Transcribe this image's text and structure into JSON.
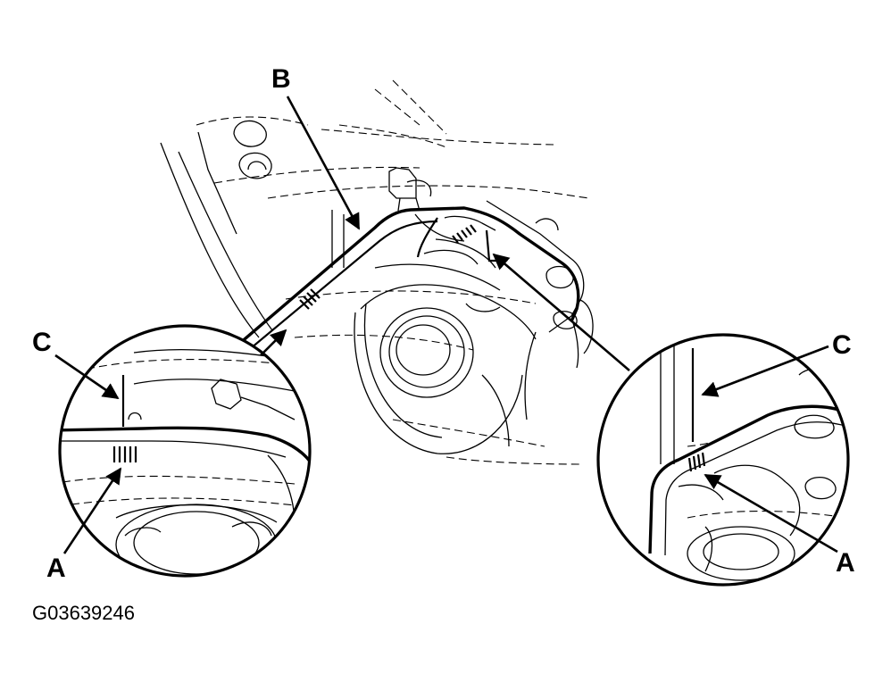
{
  "callouts": {
    "b": "B",
    "c_left": "C",
    "a_left": "A",
    "c_right": "C",
    "a_right": "A"
  },
  "figure_id": "G03639246"
}
